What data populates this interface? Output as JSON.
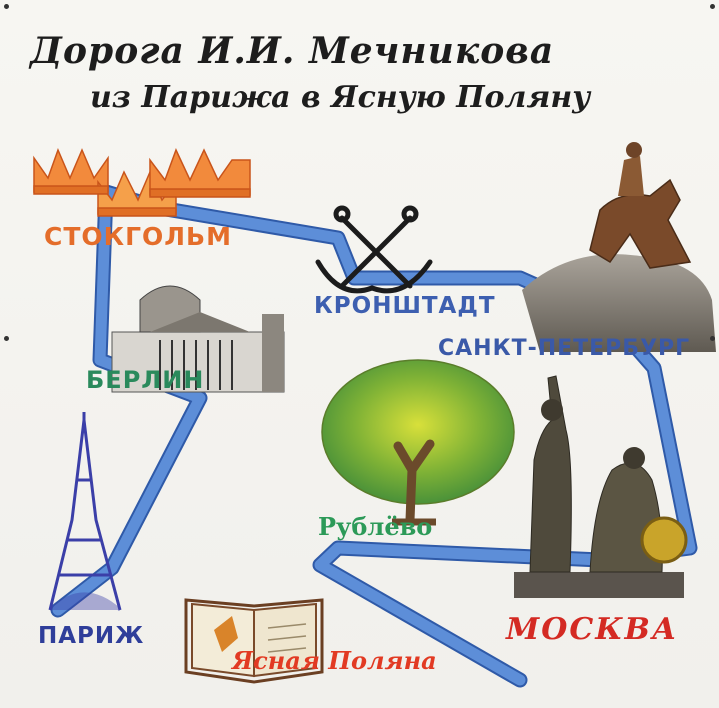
{
  "title": {
    "line1": "Дорога И.И. Мечникова",
    "line2": "из Парижа в Ясную Поляну"
  },
  "cities": {
    "stockholm": "СТОКГОЛЬМ",
    "berlin": "БЕРЛИН",
    "paris": "ПАРИЖ",
    "kronstadt": "КРОНШТАДТ",
    "saint_petersburg": "САНКТ-ПЕТЕРБУРГ",
    "rublevo": "Рублёво",
    "moscow": "МОСКВА",
    "yasnaya_polyana": "Ясная Поляна"
  },
  "icons": [
    "crown-icon",
    "reichstag-icon",
    "eiffel-tower-icon",
    "anchor-icon",
    "bronze-horseman-icon",
    "oak-tree-icon",
    "minin-pozharsky-icon",
    "open-book-icon"
  ],
  "colors": {
    "route": "#4d7fd0",
    "route_edge": "#2f5aa8",
    "stockholm_label": "#e46d2a",
    "berlin_label": "#2a8a5c",
    "paris_label": "#2f3e9a",
    "kronstadt_label": "#3d5fb0",
    "rublevo_label": "#2c9a58",
    "moscow_label": "#d42a23",
    "yasnaya_label": "#e23a23"
  }
}
